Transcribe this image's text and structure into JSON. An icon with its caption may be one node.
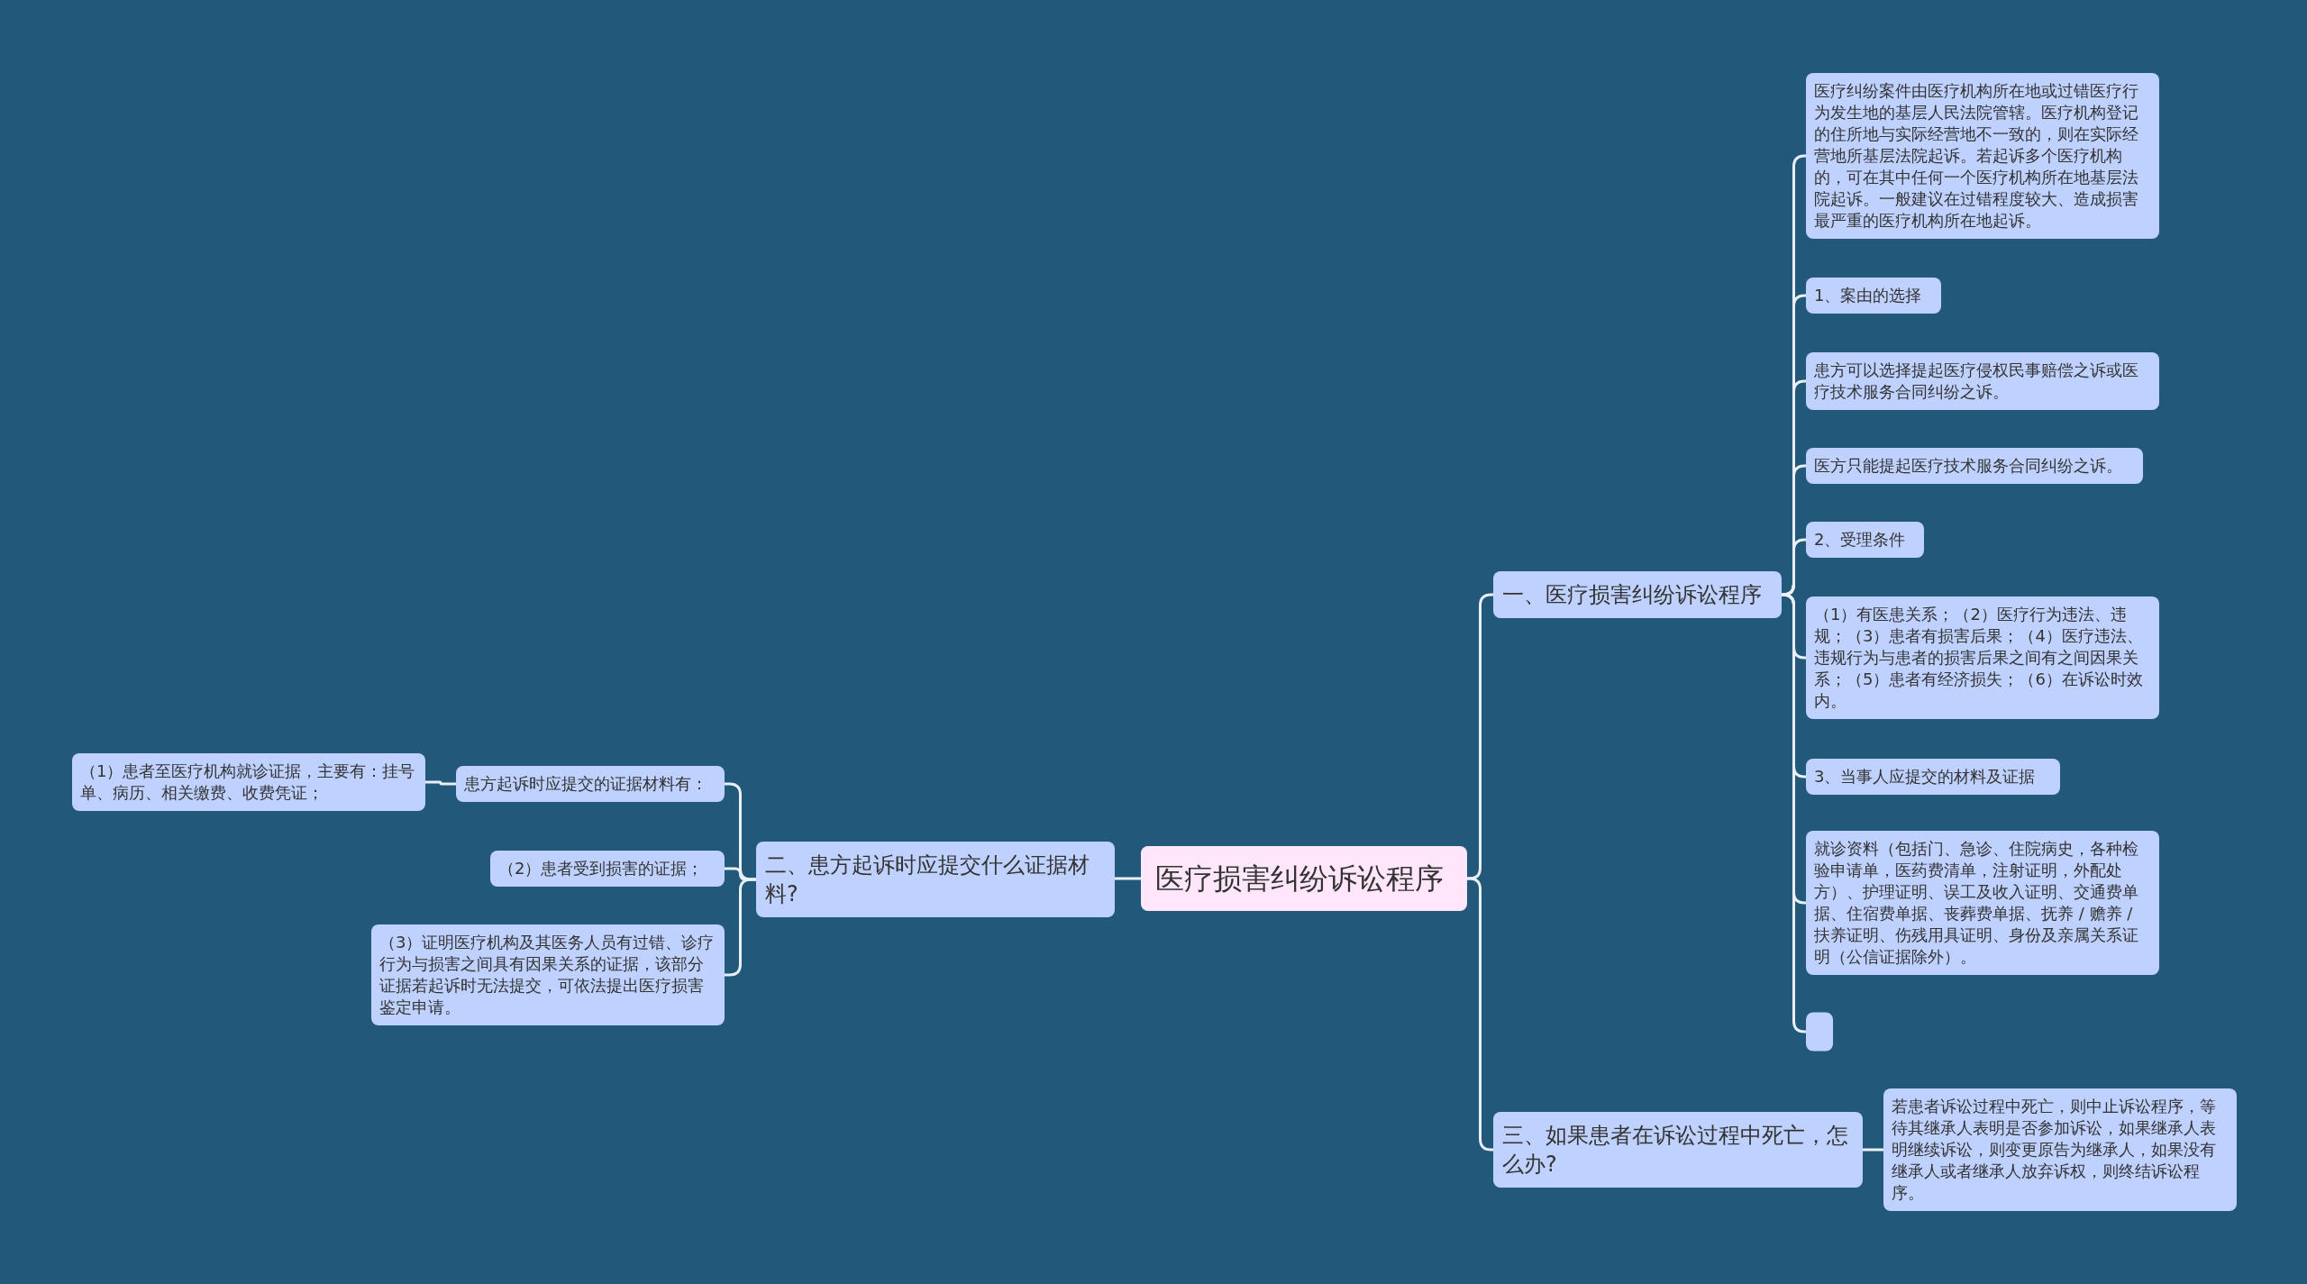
{
  "diagram": {
    "nodes": [
      {
        "text": [
          "医疗损害纠纷诉讼程序"
        ]
      },
      {
        "text": [
          "一、医疗损害纠纷诉讼程序"
        ]
      },
      {
        "text": [
          "医疗纠纷案件由医疗机构所在地或过错医疗行为发生地的基层人民法院管辖。医疗机构登记的住所地与实际经营地不一致的，则在实际经营地所基层法院起诉。若起诉多个医疗机构的，可在其中任何一个医疗机构所在地基层法院起诉。一般建议在过错程度较大、造成损害最严重的医疗机构所在地起诉。"
        ]
      },
      {
        "text": [
          "1、案由的选择"
        ]
      },
      {
        "text": [
          "患方可以选择提起医疗侵权民事赔偿之诉或医疗技术服务合同纠纷之诉。"
        ]
      },
      {
        "text": [
          "医方只能提起医疗技术服务合同纠纷之诉。"
        ]
      },
      {
        "text": [
          "2、受理条件"
        ]
      },
      {
        "text": [
          "（1）有医患关系；（2）医疗行为违法、违规；（3）患者有损害后果；（4）医疗违法、违规行为与患者的损害后果之间有之间因果关系；（5）患者有经济损失；（6）在诉讼时效内。"
        ]
      },
      {
        "text": [
          "3、当事人应提交的材料及证据"
        ]
      },
      {
        "text": [
          "就诊资料（包括门、急诊、住院病史，各种检验申请单，医药费清单，注射证明，外配处方）、护理证明、误工及收入证明、交通费单据、住宿费单据、丧葬费单据、抚养 / 赡养 / 扶养证明、伤残用具证明、身份及亲属关系证明（公信证据除外）。"
        ]
      },
      {
        "text": [],
        "shape": "box"
      },
      {
        "text": [
          "二、患方起诉时应提交什么证据材料?"
        ]
      },
      {
        "text": [
          "患方起诉时应提交的证据材料有："
        ]
      },
      {
        "text": [
          "（1）患者至医疗机构就诊证据，主要有：挂号单、病历、相关缴费、收费凭证；"
        ]
      },
      {
        "text": [
          "（2）患者受到损害的证据；"
        ]
      },
      {
        "text": [
          "（3）证明医疗机构及其医务人员有过错、诊疗行为与损害之间具有因果关系的证据，该部分证据若起诉时无法提交，可依法提出医疗损害鉴定申请。"
        ]
      },
      {
        "text": [
          "三、如果患者在诉讼过程中死亡，怎么办?"
        ]
      },
      {
        "text": [
          "若患者诉讼过程中死亡，则中止诉讼程序，等待其继承人表明是否参加诉讼，如果继承人表明继续诉讼，则变更原告为继承人，如果没有继承人或者继承人放弃诉权，则终结诉讼程序。"
        ]
      }
    ],
    "edges": [
      {
        "from": 0,
        "to": 1,
        "arrow": "none"
      },
      {
        "from": 0,
        "to": 11,
        "arrow": "none"
      },
      {
        "from": 0,
        "to": 16,
        "arrow": "none"
      },
      {
        "from": 1,
        "to": 2,
        "arrow": "none"
      },
      {
        "from": 1,
        "to": 3,
        "arrow": "none"
      },
      {
        "from": 1,
        "to": 4,
        "arrow": "none"
      },
      {
        "from": 1,
        "to": 5,
        "arrow": "none"
      },
      {
        "from": 1,
        "to": 6,
        "arrow": "none"
      },
      {
        "from": 1,
        "to": 7,
        "arrow": "none"
      },
      {
        "from": 1,
        "to": 8,
        "arrow": "none"
      },
      {
        "from": 1,
        "to": 9,
        "arrow": "none"
      },
      {
        "from": 1,
        "to": 10,
        "arrow": "none"
      },
      {
        "from": 11,
        "to": 12,
        "arrow": "none"
      },
      {
        "from": 11,
        "to": 14,
        "arrow": "none"
      },
      {
        "from": 11,
        "to": 15,
        "arrow": "none"
      },
      {
        "from": 12,
        "to": 13,
        "arrow": "none"
      },
      {
        "from": 16,
        "to": 17,
        "arrow": "none"
      }
    ]
  }
}
